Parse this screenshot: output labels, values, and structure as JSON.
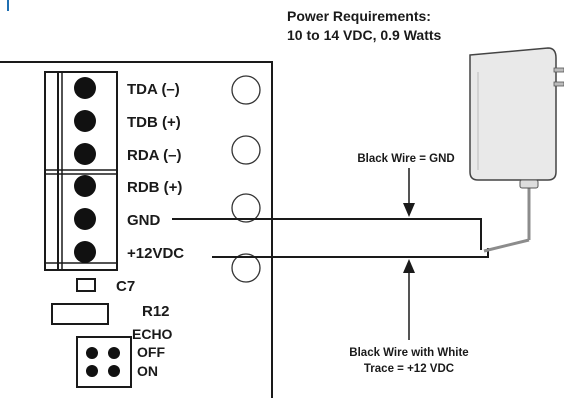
{
  "power": {
    "line1": "Power Requirements:",
    "line2": "10 to 14 VDC, 0.9 Watts"
  },
  "terminals": [
    {
      "label": "TDA (–)"
    },
    {
      "label": "TDB (+)"
    },
    {
      "label": "RDA (–)"
    },
    {
      "label": "RDB (+)"
    },
    {
      "label": "GND"
    },
    {
      "label": "+12VDC"
    }
  ],
  "components": {
    "capacitor": "C7",
    "resistor": "R12",
    "jumper_title": "ECHO",
    "jumper_off": "OFF",
    "jumper_on": "ON"
  },
  "wires": {
    "black": "Black Wire = GND",
    "trace_line1": "Black Wire with White",
    "trace_line2": "Trace = +12 VDC"
  },
  "adapter": {
    "icon": "wall-power-adapter-icon"
  },
  "colors": {
    "ink": "#1a1a1a",
    "accent": "#1f6fb2",
    "cord": "#8c8c8c"
  }
}
